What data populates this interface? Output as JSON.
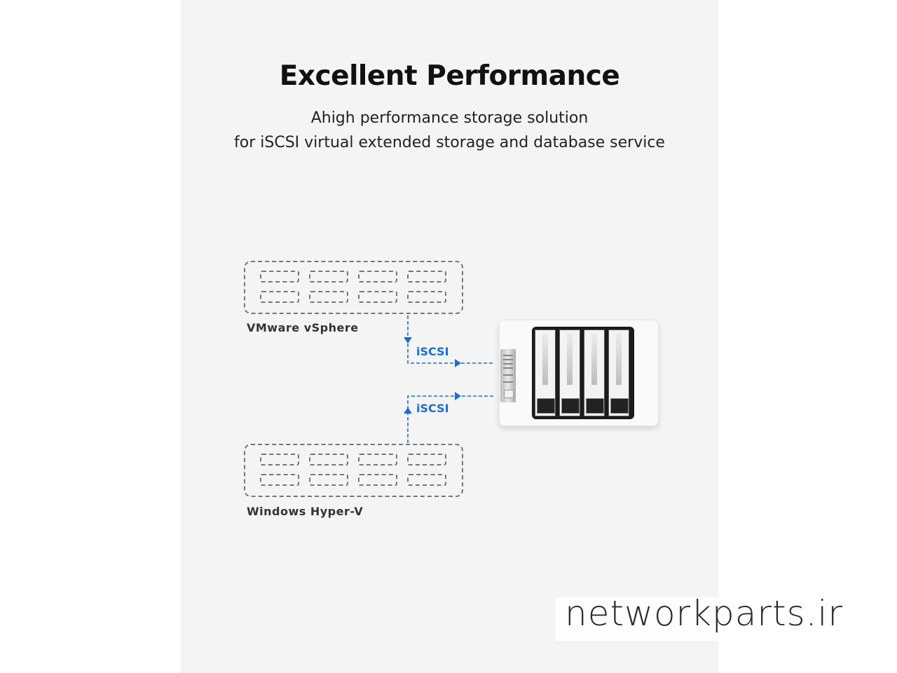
{
  "header": {
    "title": "Excellent Performance",
    "subtitle_line1": "Ahigh performance storage solution",
    "subtitle_line2": "for iSCSI virtual extended storage and database service"
  },
  "diagram": {
    "hosts": [
      {
        "label": "VMware vSphere",
        "slots": 8,
        "connection": "iSCSI",
        "direction": "host-to-storage"
      },
      {
        "label": "Windows Hyper-V",
        "slots": 8,
        "connection": "iSCSI",
        "direction": "host-to-storage"
      }
    ],
    "storage": {
      "device": "4-bay NAS",
      "bays": 4
    },
    "link_color": "#1a6fd6",
    "connection_labels": [
      "iSCSI",
      "iSCSI"
    ]
  },
  "watermark": {
    "text": "networkparts.ir"
  }
}
